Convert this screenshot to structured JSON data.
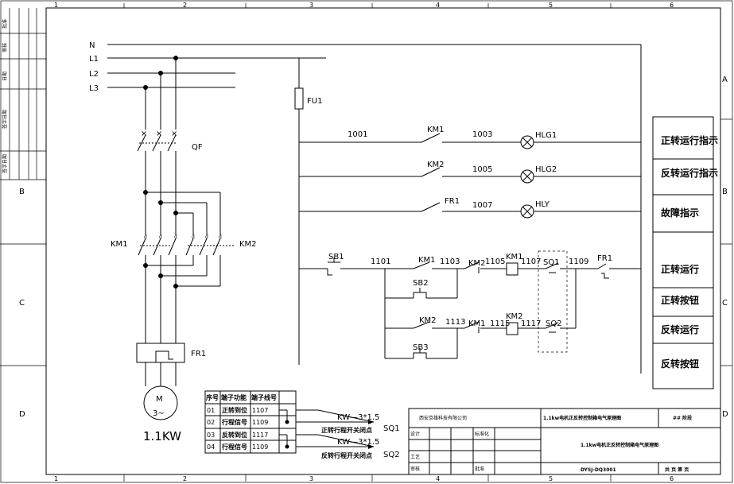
{
  "frame": {
    "cols": [
      "1",
      "2",
      "3",
      "4",
      "5",
      "6"
    ],
    "rows": [
      "A",
      "B",
      "C",
      "D"
    ],
    "side_labels": [
      "批准",
      "审核",
      "日期",
      "签字日期",
      "签字日期"
    ]
  },
  "power": {
    "buses": [
      "N",
      "L1",
      "L2",
      "L3"
    ],
    "breaker": "QF",
    "fuse": "FU1",
    "km1": "KM1",
    "km2": "KM2",
    "overload": "FR1",
    "motor_symbol": "M",
    "motor_phase": "3~",
    "motor_power": "1.1KW"
  },
  "control": {
    "w1001": "1001",
    "w1003": "1003",
    "w1005": "1005",
    "w1007": "1007",
    "w1101": "1101",
    "w1103": "1103",
    "w1105": "1105",
    "w1107": "1107",
    "w1109": "1109",
    "w1113": "1113",
    "w1115": "1115",
    "w1117": "1117",
    "r1_contact": "KM1",
    "r2_contact": "KM2",
    "r3_contact": "FR1",
    "hlg1": "HLG1",
    "hlg2": "HLG2",
    "hly": "HLY",
    "sb1": "SB1",
    "sb2": "SB2",
    "sb3": "SB3",
    "f_km1": "KM1",
    "f_km2": "KM2",
    "f_coil": "KM1",
    "f_sq": "SQ1",
    "f_fr": "FR1",
    "r_km2": "KM2",
    "r_km1": "KM1",
    "r_coil": "KM2",
    "r_sq": "SQ2"
  },
  "legend": [
    "正转运行指示",
    "反转运行指示",
    "故障指示",
    "正转运行",
    "正转按钮",
    "反转运行",
    "反转按钮"
  ],
  "terminal_table": {
    "headers": [
      "序号",
      "端子功能",
      "端子线号"
    ],
    "rows": [
      [
        "01",
        "正转到位",
        "1107"
      ],
      [
        "02",
        "行程信号",
        "1109"
      ],
      [
        "03",
        "反转到位",
        "1117"
      ],
      [
        "04",
        "行程信号",
        "1109"
      ]
    ]
  },
  "cables": [
    {
      "spec": "KW—3*1.5",
      "desc": "正转行程开关闭点",
      "device": "SQ1"
    },
    {
      "spec": "KW—3*1.5",
      "desc": "反转行程开关闭点",
      "device": "SQ2"
    }
  ],
  "title_block": {
    "company": "西安京雄科技有限公司",
    "drawing_title": "1.1kw电机正反转控制箱电气原理图",
    "drawing_title_main": "1.1kw电机正反转控制箱电气原理图",
    "sheet_info": "##  阶段",
    "design": "设计",
    "standardize": "标准化",
    "process": "工艺",
    "review": "审核",
    "approve": "批准",
    "drawing_no": "DYSJ-DQ3001",
    "pages": "共    页  第    页"
  }
}
